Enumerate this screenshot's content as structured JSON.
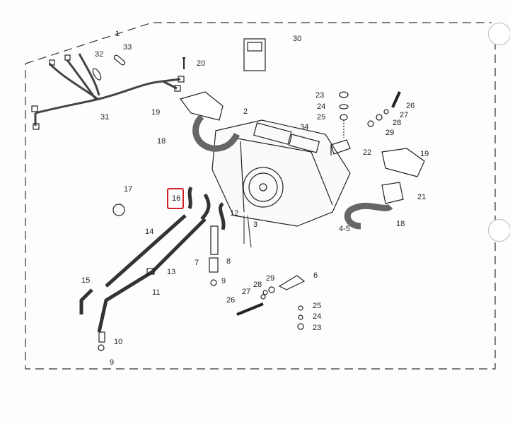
{
  "diagram": {
    "title": "Heater assembly exploded parts diagram",
    "highlight_color": "#d0202a",
    "highlighted_part": "16",
    "callouts": [
      "1",
      "30",
      "33",
      "32",
      "20",
      "23",
      "26",
      "24",
      "27",
      "25",
      "28",
      "29",
      "31",
      "19",
      "2",
      "34",
      "18",
      "22",
      "19",
      "21",
      "17",
      "16",
      "12",
      "4-5",
      "3",
      "18",
      "14",
      "7",
      "8",
      "13",
      "9",
      "6",
      "29",
      "28",
      "11",
      "27",
      "15",
      "26",
      "25",
      "24",
      "10",
      "23",
      "9"
    ]
  }
}
